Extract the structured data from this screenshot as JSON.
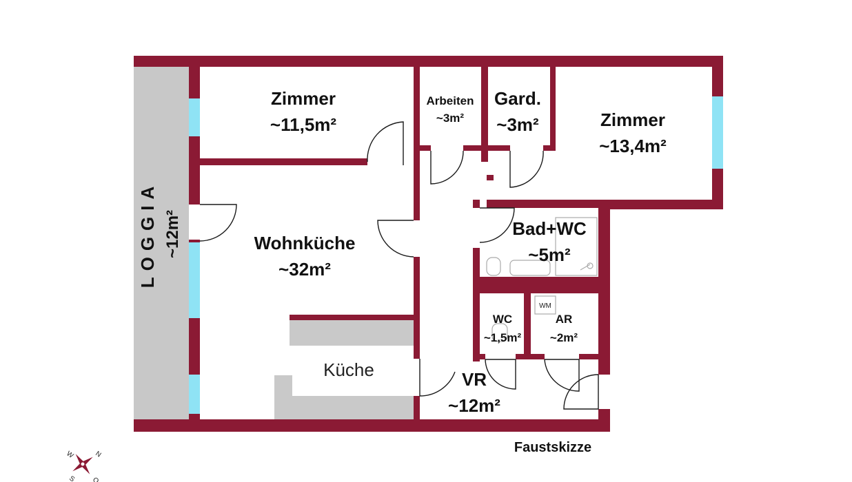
{
  "colors": {
    "wall": "#8B1A34",
    "window": "#8FE3F5",
    "loggia": "#C8C8C8",
    "kitchen_counter": "#C9C9C9",
    "door_line": "#1a1a1a",
    "compass": "#8B1A34"
  },
  "rooms": {
    "zimmer1": {
      "name": "Zimmer",
      "area": "~11,5m²"
    },
    "arbeiten": {
      "name": "Arbeiten",
      "area": "~3m²"
    },
    "gard": {
      "name": "Gard.",
      "area": "~3m²"
    },
    "zimmer2": {
      "name": "Zimmer",
      "area": "~13,4m²"
    },
    "wohnkueche": {
      "name": "Wohnküche",
      "area": "~32m²"
    },
    "bad": {
      "name": "Bad+WC",
      "area": "~5m²"
    },
    "wc": {
      "name": "WC",
      "area": "~1,5m²"
    },
    "ar": {
      "name": "AR",
      "area": "~2m²"
    },
    "vr": {
      "name": "VR",
      "area": "~12m²"
    },
    "loggia": {
      "name": "LOGGIA",
      "area": "~12m²"
    },
    "kueche": {
      "name": "Küche"
    }
  },
  "appliances": {
    "washing_machine": "WM"
  },
  "footer": {
    "note": "Faustskizze"
  },
  "compass": {
    "n": "N",
    "o": "O",
    "s": "S",
    "w": "W",
    "icon": "compass-rose-icon"
  }
}
